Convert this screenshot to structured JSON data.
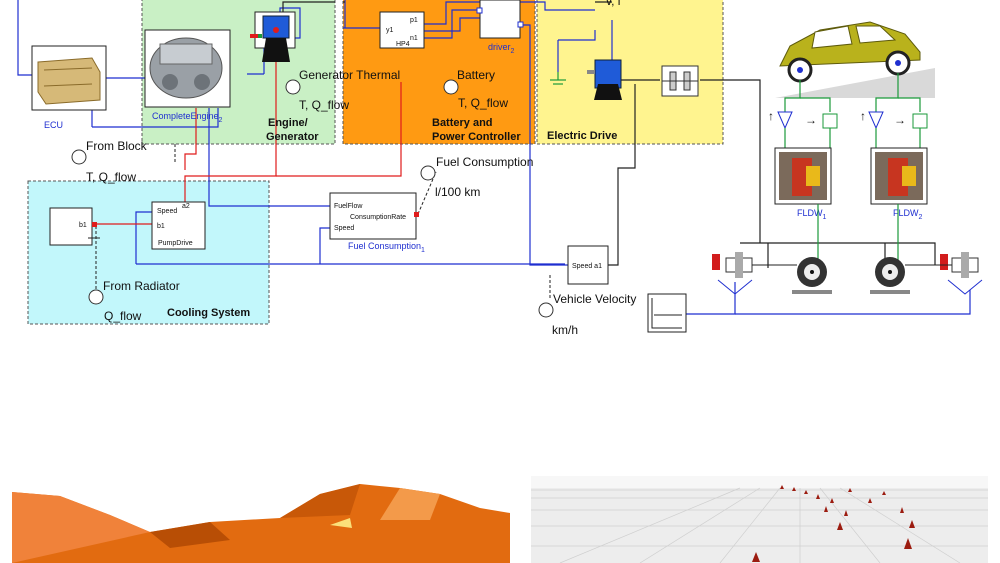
{
  "regions": {
    "engine": "Engine/\nGenerator",
    "battery": "Battery and\nPower Controller",
    "electric": "Electric Drive",
    "cooling": "Cooling System"
  },
  "components": {
    "ecu": "ECU",
    "complete_engine": "CompleteEngine",
    "complete_engine_sub": "2",
    "driver": "driver",
    "driver_sub": "2",
    "hp4": "HP4",
    "hp4_y1": "y1",
    "hp4_p1": "p1",
    "hp4_n1": "n1",
    "fuel_consumption": "Fuel Consumption",
    "fuel_consumption_sub": "1",
    "fuelflow": "FuelFlow",
    "consumption_rate": "ConsumptionRate",
    "speed": "Speed",
    "pump_speed": "Speed",
    "pump_a2": "a2",
    "pump_b1": "b1",
    "pump_drive": "PumpDrive",
    "b1_block": "b1",
    "speed_a1": "Speed a1",
    "fldw1": "FLDW",
    "fldw1_sub": "1",
    "fldw2": "FLDW",
    "fldw2_sub": "2"
  },
  "annotations": {
    "generator_thermal": "Generator Thermal",
    "t_qflow_gen": "T, Q_flow",
    "battery": "Battery",
    "t_qflow_bat": "T, Q_flow",
    "from_block": "From Block",
    "t_qflow_block": "T, Q_flow",
    "fuel_consumption": "Fuel Consumption",
    "l_100km": "l/100 km",
    "from_radiator": "From Radiator",
    "q_flow": "Q_flow",
    "vehicle_velocity": "Vehicle Velocity",
    "kmh": "km/h",
    "v_i": "v, i"
  },
  "colors": {
    "engine_region": "#c9f0c5",
    "battery_region": "#ff9a12",
    "electric_region": "#fff48f",
    "cooling_region": "#c2f7fb",
    "wire_blue": "#1f2fd0",
    "wire_red": "#e01c1c",
    "wire_green": "#1a9a3a",
    "car_body": "#b9b21c",
    "terrain": "#e26b10"
  }
}
